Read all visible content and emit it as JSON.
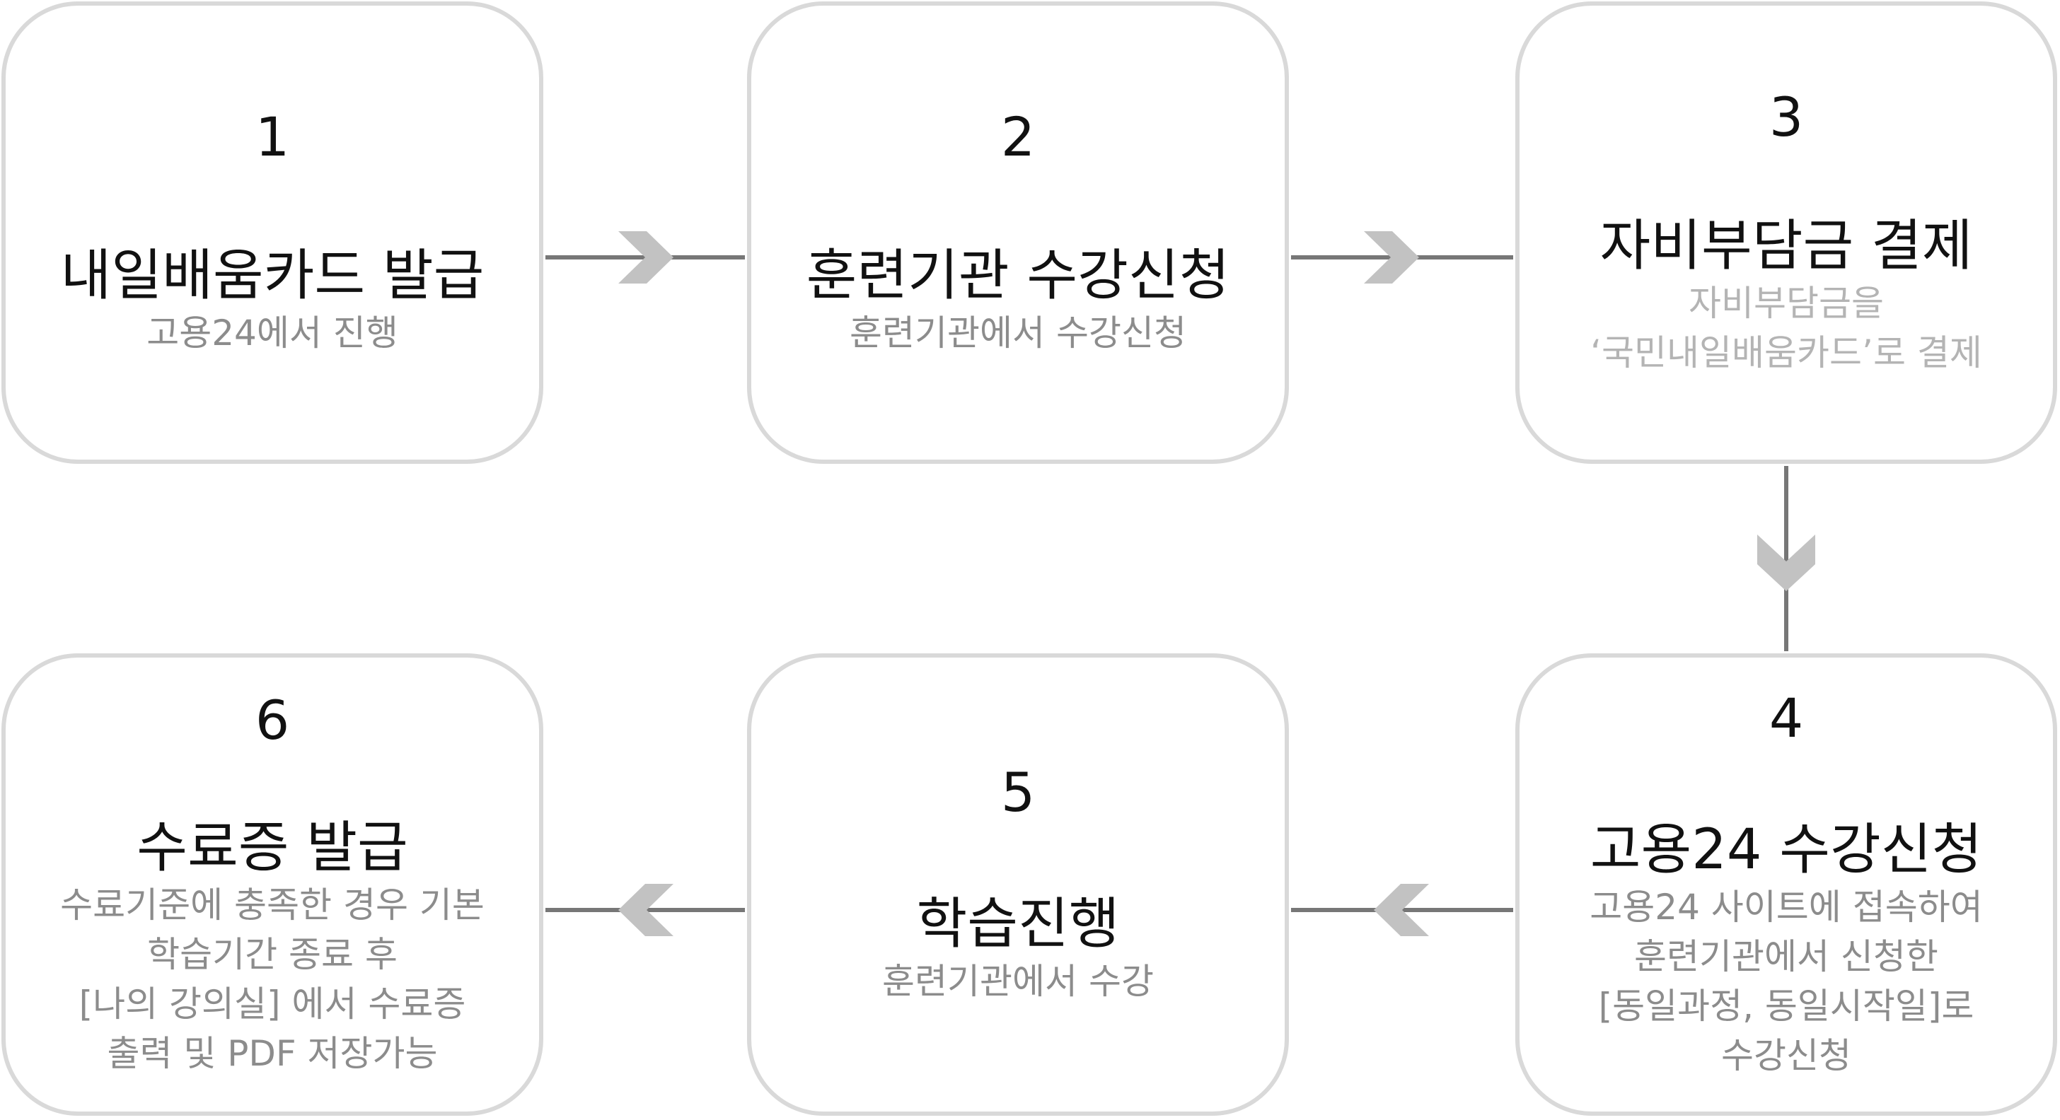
{
  "colors": {
    "border": "#d9d9d9",
    "line": "#777777",
    "chevron": "#c2c2c2",
    "text": "#111111",
    "subtext": "#8c8c8c",
    "subtext_light": "#b4b4b4"
  },
  "steps": [
    {
      "number": "1",
      "title": "내일배움카드 발급",
      "lines": [
        "고용24에서 진행"
      ]
    },
    {
      "number": "2",
      "title": "훈련기관 수강신청",
      "lines": [
        "훈련기관에서 수강신청"
      ]
    },
    {
      "number": "3",
      "title": "자비부담금 결제",
      "lines": [
        "자비부담금을",
        "‘국민내일배움카드’로 결제"
      ]
    },
    {
      "number": "4",
      "title": "고용24 수강신청",
      "lines": [
        "고용24 사이트에 접속하여",
        "훈련기관에서 신청한",
        "[동일과정, 동일시작일]로",
        "수강신청"
      ]
    },
    {
      "number": "5",
      "title": "학습진행",
      "lines": [
        "훈련기관에서 수강"
      ]
    },
    {
      "number": "6",
      "title": "수료증 발급",
      "lines": [
        "수료기준에 충족한 경우 기본",
        "학습기간 종료 후",
        "[나의 강의실] 에서 수료증",
        "출력 및 PDF 저장가능"
      ]
    }
  ],
  "connectors": [
    {
      "from": "1",
      "to": "2",
      "direction": "right"
    },
    {
      "from": "2",
      "to": "3",
      "direction": "right"
    },
    {
      "from": "3",
      "to": "4",
      "direction": "down"
    },
    {
      "from": "4",
      "to": "5",
      "direction": "left"
    },
    {
      "from": "5",
      "to": "6",
      "direction": "left"
    }
  ]
}
